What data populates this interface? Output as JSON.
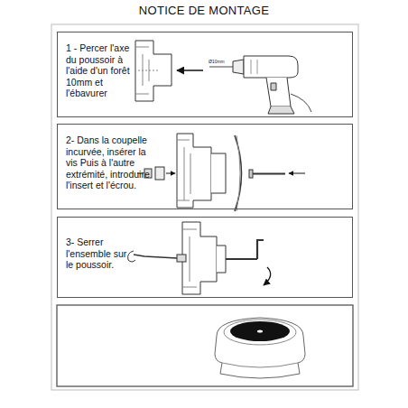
{
  "diagram": {
    "title": "NOTICE DE MONTAGE",
    "nodes": [
      {
        "text": [
          "1 - Percer l'axe du poussoir à l'aide d'un forêt 10mm et l'ébavurer"
        ]
      },
      {
        "text": [
          "2- Dans la coupelle incurvée, insérer la vis Puis à l'autre extrémité, introduire l'insert et l'écrou."
        ]
      },
      {
        "text": [
          "3- Serrer l'ensemble sur le poussoir."
        ]
      }
    ],
    "labels": [
      "Ø10mm"
    ]
  }
}
